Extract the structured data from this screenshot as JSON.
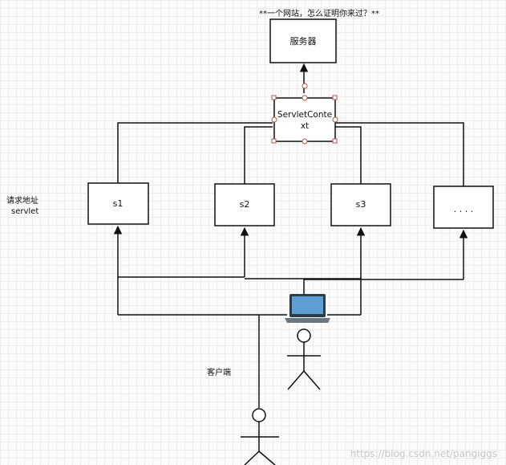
{
  "title": "**一个网站，怎么证明你来过？**",
  "nodes": {
    "server": "服务器",
    "context_line1": "ServletConte",
    "context_line2": "xt",
    "s1": "s1",
    "s2": "s2",
    "s3": "s3",
    "more": ". . . ."
  },
  "labels": {
    "request_line1": "请求地址",
    "request_line2": "servlet",
    "client": "客户端"
  },
  "watermark": "https://blog.csdn.net/pangiggs",
  "colors": {
    "line": "#111111",
    "handle": "#b85450",
    "watermark": "#c8c8c8"
  }
}
